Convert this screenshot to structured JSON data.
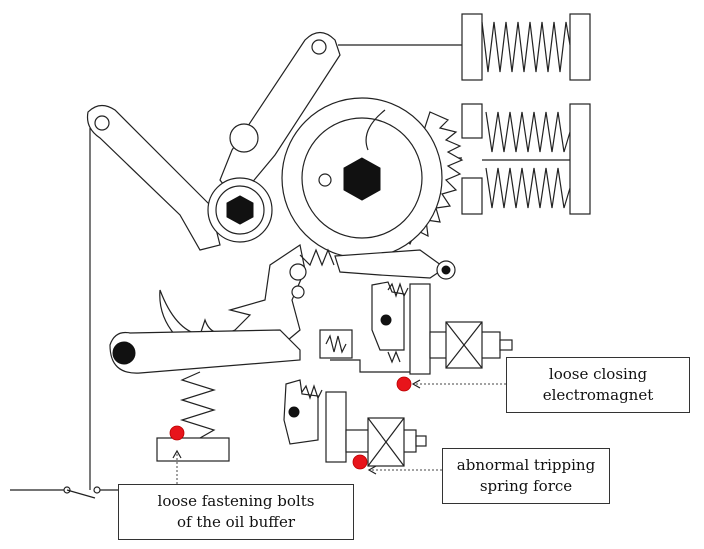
{
  "annotations": {
    "closing": {
      "line1": "loose closing",
      "line2": "electromagnet"
    },
    "tripping": {
      "line1": "abnormal tripping",
      "line2": "spring force"
    },
    "buffer": {
      "line1": "loose fastening bolts",
      "line2": "of the oil buffer"
    }
  },
  "colors": {
    "fault_marker": "#e8141b",
    "line": "#222222"
  }
}
